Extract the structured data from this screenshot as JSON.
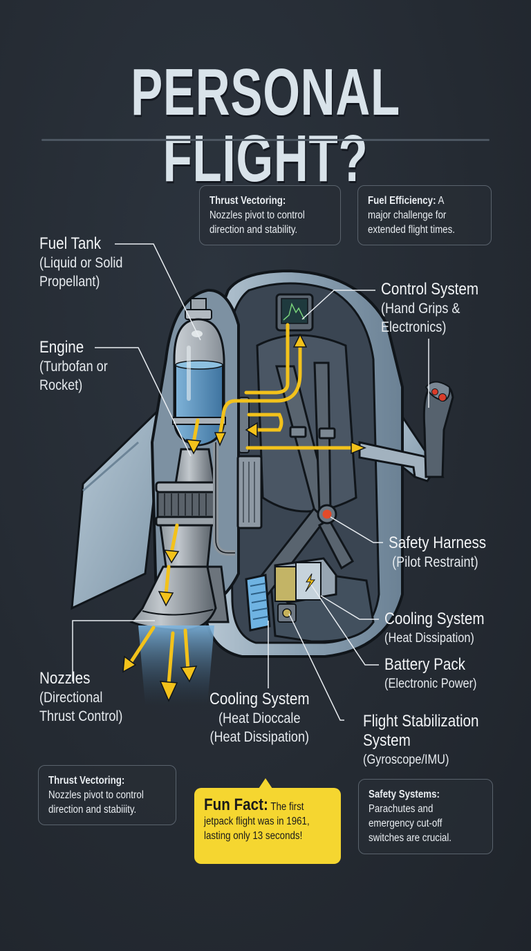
{
  "title": "PERSONAL FLIGHT?",
  "top_boxes": [
    {
      "heading": "Thrust Vectoring:",
      "lines": [
        "Nozzles pivot to control",
        "direction and stability."
      ]
    },
    {
      "heading": "Fuel Efficiency:",
      "heading_tail": " A",
      "lines": [
        "major challenge for",
        "extended flight times."
      ]
    }
  ],
  "labels": {
    "fuel_tank": {
      "main": "Fuel Tank",
      "sub": [
        "(Liquid or Solid",
        "Propellant)"
      ]
    },
    "engine": {
      "main": "Engine",
      "sub": [
        "(Turbofan or",
        "Rocket)"
      ]
    },
    "control_system": {
      "main": "Control System",
      "sub": [
        "(Hand Grips &",
        "Electronics)"
      ]
    },
    "safety_harness": {
      "main": "Safety Harness",
      "sub": [
        "(Pilot Restraint)"
      ]
    },
    "cooling_system_right": {
      "main": "Cooling System",
      "sub": [
        "(Heat Dissipation)"
      ]
    },
    "battery_pack": {
      "main": "Battery Pack",
      "sub": [
        "(Electronic Power)"
      ]
    },
    "nozzles": {
      "main": "Nozzles",
      "sub": [
        "(Directional",
        "Thrust Control)"
      ]
    },
    "cooling_system_bottom": {
      "main": "Cooling System",
      "sub": [
        "(Heat Dioccale",
        "(Heat Dissipation)"
      ]
    },
    "flight_stabilization": {
      "main": "Flight Stabilization",
      "main2": "System",
      "sub": [
        "(Gyroscope/IMU)"
      ]
    }
  },
  "bottom_boxes": [
    {
      "heading": "Thrust Vectoring:",
      "lines": [
        "Nozzles pivot to control",
        "direction and stabiiity."
      ]
    },
    {
      "heading": "Safety Systems:",
      "lines": [
        "Parachutes and",
        "emergency cut-off",
        "switches are crucial."
      ]
    }
  ],
  "fun_fact": {
    "heading": "Fun Fact:",
    "first_line_tail": " The first",
    "lines": [
      "jetpack flight was in 1961,",
      "lasting only 13 seconds!"
    ]
  },
  "colors": {
    "background": "#252b33",
    "accent_yellow": "#f5d630",
    "arrow_yellow": "#f3c21b",
    "fuel_blue": "#5b93bd",
    "shell": "#9fb3c3",
    "title": "#d9e3ea"
  }
}
